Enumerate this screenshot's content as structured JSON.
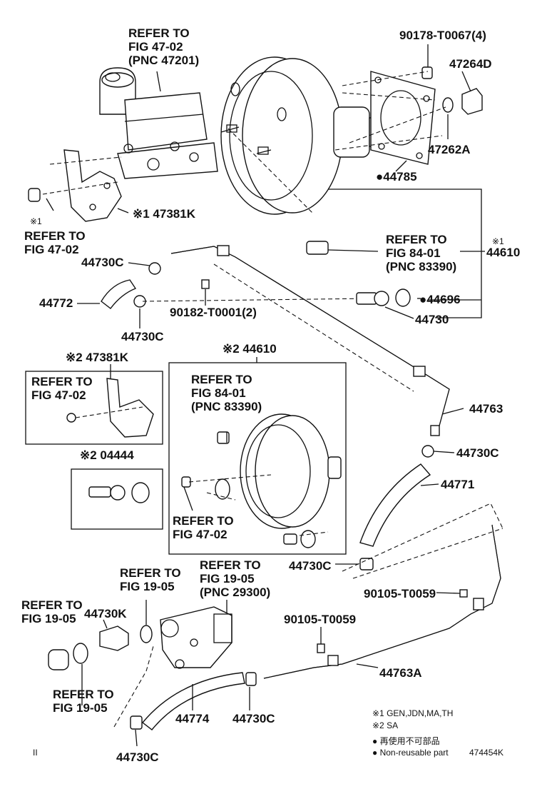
{
  "labels": {
    "refer_47_02_top": [
      "REFER TO",
      "FIG 47-02",
      "(PNC 47201)"
    ],
    "p90178": "90178-T0067(4)",
    "p47264d": "47264D",
    "p47262a": "47262A",
    "p44785": "●44785",
    "p47381k_1": "※1 47381K",
    "note1": "※1",
    "refer_47_02_left": [
      "REFER TO",
      "FIG 47-02"
    ],
    "refer_84_01_top": [
      "REFER TO",
      "FIG 84-01",
      "(PNC 83390)"
    ],
    "note1_right": "※1",
    "p44610": "44610",
    "p44730c_a": "44730C",
    "p44772": "44772",
    "p90182": "90182-T0001(2)",
    "p44696": "●44696",
    "p44730": "44730",
    "p44730c_b": "44730C",
    "p47381k_2": "※2 47381K",
    "refer_47_02_box": [
      "REFER TO",
      "FIG 47-02"
    ],
    "p44610_2": "※2 44610",
    "refer_84_01_box": [
      "REFER TO",
      "FIG 84-01",
      "(PNC 83390)"
    ],
    "p04444": "※2 04444",
    "refer_47_02_box2": [
      "REFER TO",
      "FIG 47-02"
    ],
    "p44763": "44763",
    "p44730c_c": "44730C",
    "p44771": "44771",
    "p44730c_d": "44730C",
    "refer_19_05_a": [
      "REFER TO",
      "FIG 19-05"
    ],
    "refer_19_05_b": [
      "REFER TO",
      "FIG 19-05",
      "(PNC 29300)"
    ],
    "refer_19_05_c": [
      "REFER TO",
      "FIG 19-05"
    ],
    "p44730k": "44730K",
    "refer_19_05_d": [
      "REFER TO",
      "FIG 19-05"
    ],
    "p90105_a": "90105-T0059",
    "p90105_b": "90105-T0059",
    "p44763a": "44763A",
    "p44774": "44774",
    "p44730c_e": "44730C",
    "p44730c_f": "44730C"
  },
  "legend": {
    "l1": "※1 GEN,JDN,MA,TH",
    "l2": "※2 SA",
    "l3": "● 再使用不可部品",
    "l4": "● Non-reusable part",
    "code": "474454K",
    "corner": "II"
  }
}
